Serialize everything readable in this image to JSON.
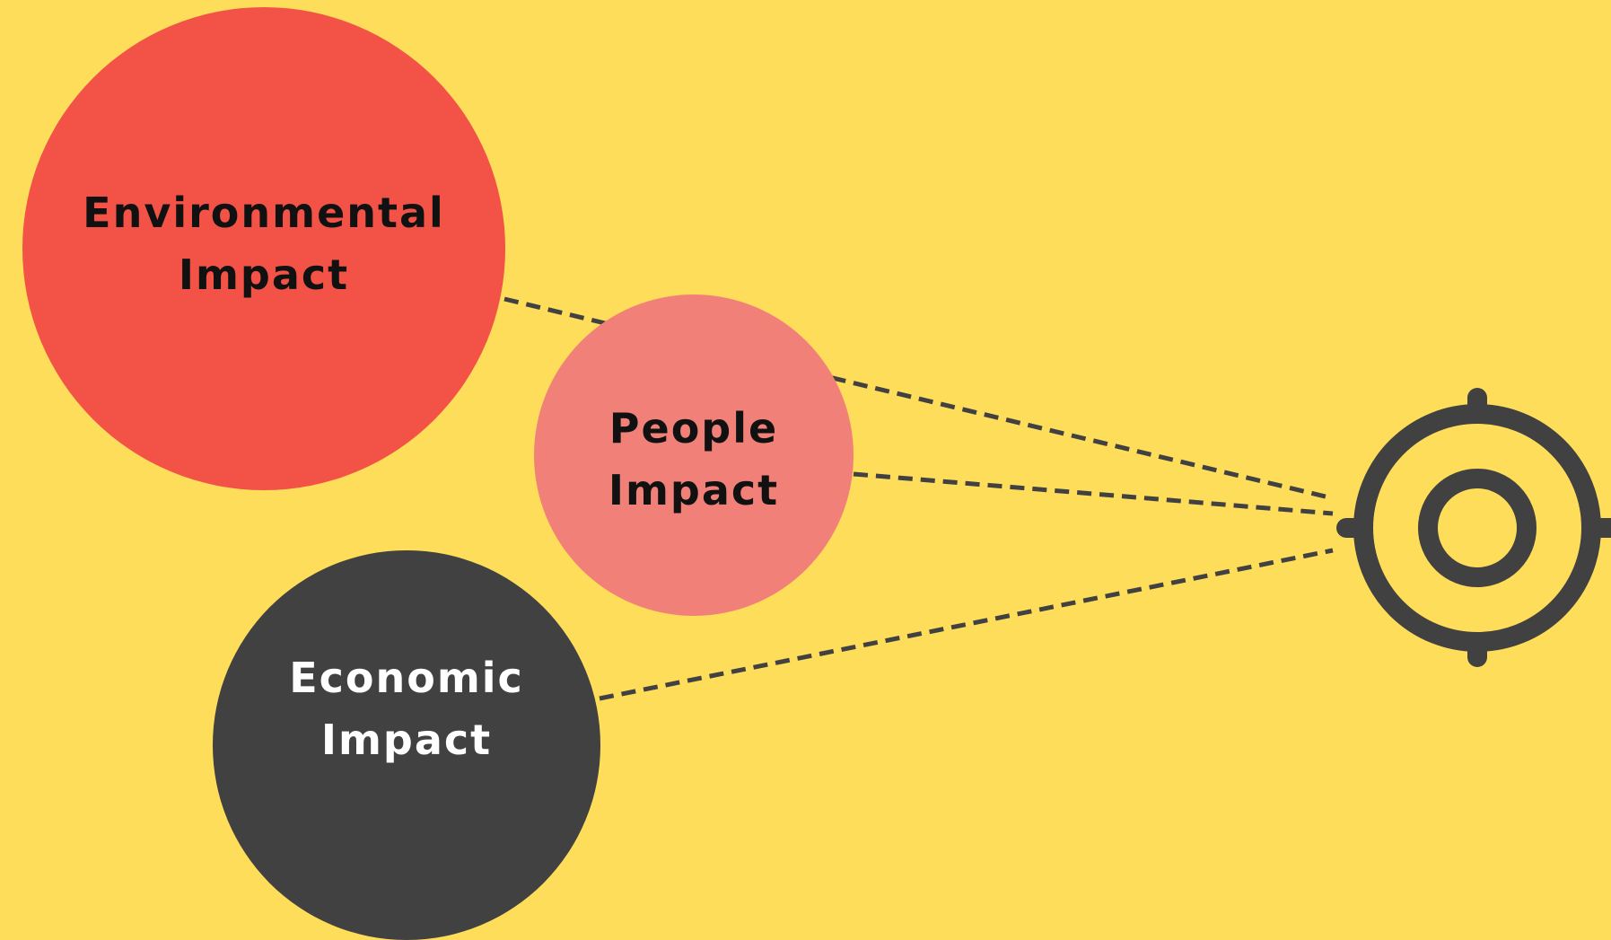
{
  "title": "SOLUTION",
  "colors": {
    "background": "#FEDD5A",
    "environmental": "#F25346",
    "people": "#F18178",
    "economic": "#414141",
    "line": "#414141",
    "target_icon": "#414141"
  },
  "nodes": {
    "environmental": {
      "line1": "Environmental",
      "line2": "Impact",
      "text_color": "#111111"
    },
    "people": {
      "line1": "People",
      "line2": "Impact",
      "text_color": "#111111"
    },
    "economic": {
      "line1": "Economic",
      "line2": "Impact",
      "text_color": "#FFFFFF"
    }
  },
  "target": {
    "icon": "target-crosshair-icon"
  },
  "edges": [
    {
      "from": "environmental",
      "to": "target"
    },
    {
      "from": "people",
      "to": "target"
    },
    {
      "from": "economic",
      "to": "target"
    }
  ]
}
